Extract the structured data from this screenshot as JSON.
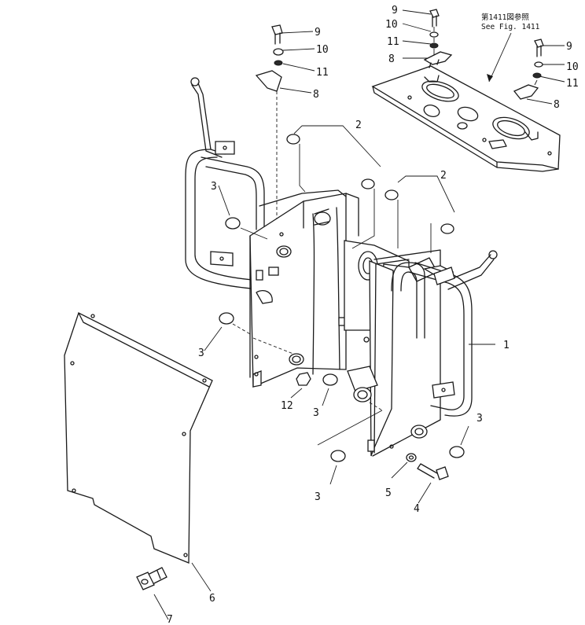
{
  "reference_note": {
    "line1": "第1411図参照",
    "line2": "See Fig. 1411"
  },
  "callouts": [
    {
      "id": "c-9a",
      "label": "9"
    },
    {
      "id": "c-10a",
      "label": "10"
    },
    {
      "id": "c-11a",
      "label": "11"
    },
    {
      "id": "c-8a",
      "label": "8"
    },
    {
      "id": "c-9b",
      "label": "9"
    },
    {
      "id": "c-10b",
      "label": "10"
    },
    {
      "id": "c-11b",
      "label": "11"
    },
    {
      "id": "c-8b",
      "label": "8"
    },
    {
      "id": "c-9c",
      "label": "9"
    },
    {
      "id": "c-10c",
      "label": "10"
    },
    {
      "id": "c-11c",
      "label": "11"
    },
    {
      "id": "c-8c",
      "label": "8"
    },
    {
      "id": "c-2a",
      "label": "2"
    },
    {
      "id": "c-2b",
      "label": "2"
    },
    {
      "id": "c-3a",
      "label": "3"
    },
    {
      "id": "c-3b",
      "label": "3"
    },
    {
      "id": "c-3c",
      "label": "3"
    },
    {
      "id": "c-3d",
      "label": "3"
    },
    {
      "id": "c-3e",
      "label": "3"
    },
    {
      "id": "c-1",
      "label": "1"
    },
    {
      "id": "c-12",
      "label": "12"
    },
    {
      "id": "c-5",
      "label": "5"
    },
    {
      "id": "c-4",
      "label": "4"
    },
    {
      "id": "c-6",
      "label": "6"
    },
    {
      "id": "c-7",
      "label": "7"
    }
  ]
}
